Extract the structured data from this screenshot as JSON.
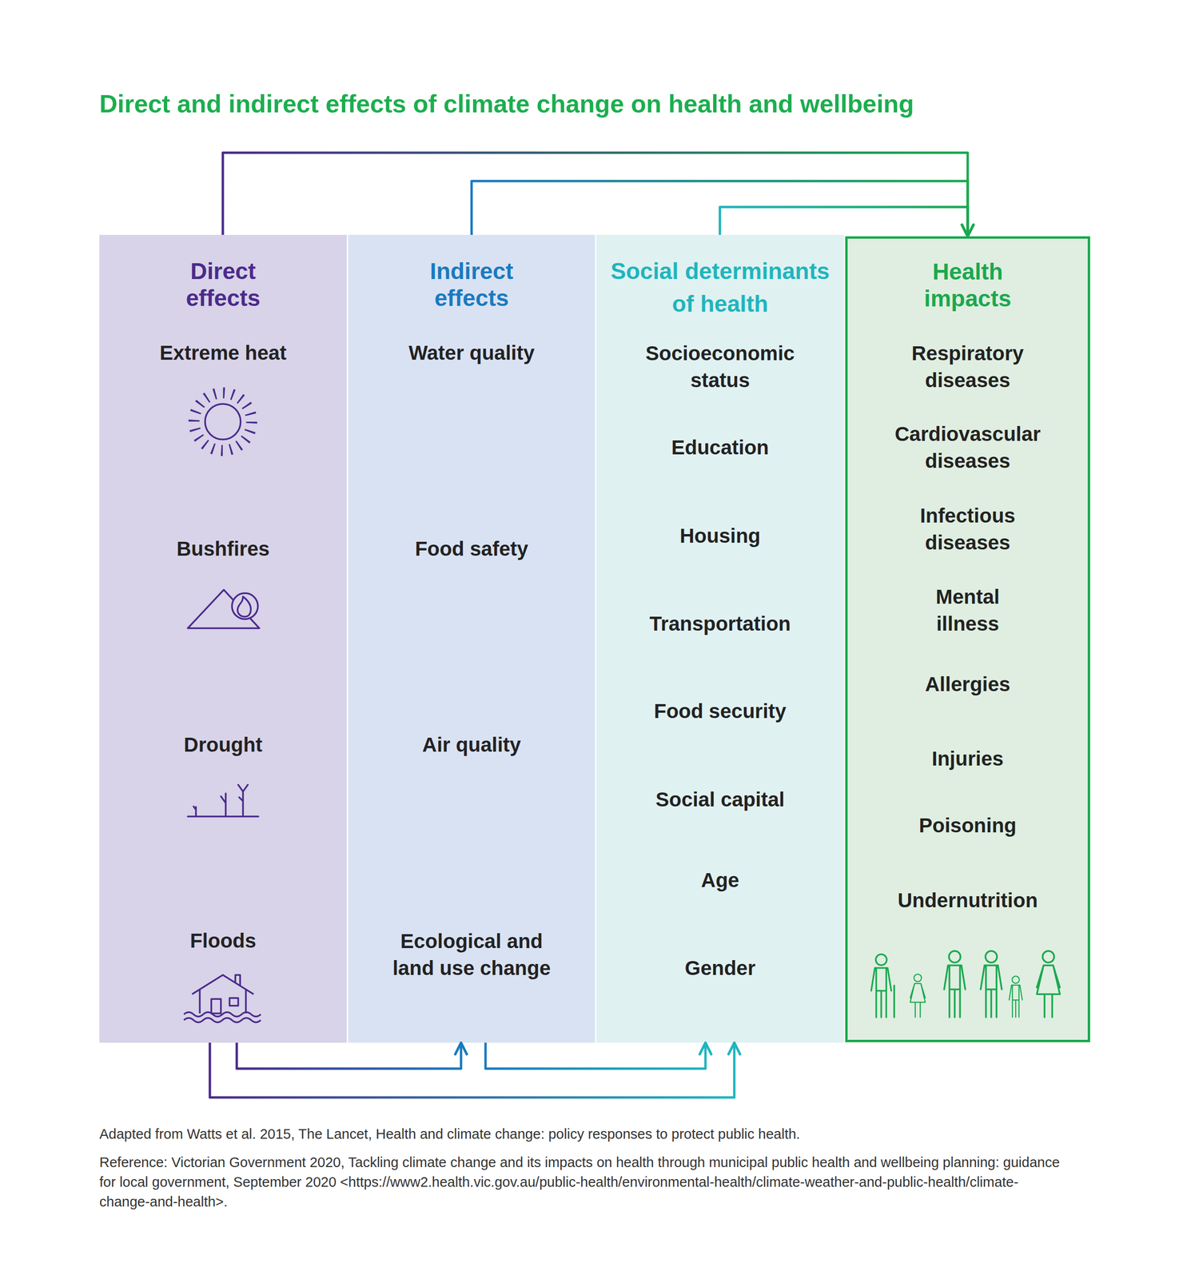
{
  "diagram": {
    "title": "Direct and indirect effects of climate change on health and wellbeing",
    "caption": "Adapted from Watts et al. 2015, The Lancet, Health and climate change: policy responses to protect public health.",
    "nodes": [
      {
        "text": [
          "Direct effects",
          "Extreme heat",
          "Bushfires",
          "Drought",
          "Floods"
        ]
      },
      {
        "text": [
          "Indirect effects",
          "Water quality",
          "Food safety",
          "Air quality",
          "Ecological and land use change"
        ]
      },
      {
        "text": [
          "Social determinants of health",
          "Socioeconomic status",
          "Education",
          "Housing",
          "Transportation",
          "Food security",
          "Social capital",
          "Age",
          "Gender"
        ]
      },
      {
        "text": [
          "Health impacts",
          "Respiratory diseases",
          "Cardiovascular diseases",
          "Infectious diseases",
          "Mental illness",
          "Allergies",
          "Injuries",
          "Poisoning",
          "Undernutrition"
        ]
      }
    ],
    "edges": [
      {
        "from": 0,
        "to": 3,
        "arrow": "to"
      },
      {
        "from": 1,
        "to": 3,
        "arrow": "to"
      },
      {
        "from": 2,
        "to": 3,
        "arrow": "to"
      },
      {
        "from": 0,
        "to": 1,
        "arrow": "to"
      },
      {
        "from": 0,
        "to": 2,
        "arrow": "to"
      },
      {
        "from": 1,
        "to": 2,
        "arrow": "to"
      }
    ],
    "labels": [
      "Reference: Victorian Government 2020, Tackling climate change and its impacts on health through municipal public health and wellbeing planning: guidance for local government, September 2020 <https://www2.health.vic.gov.au/public-health/environmental-health/climate-weather-and-public-health/climate-change-and-health>."
    ]
  }
}
